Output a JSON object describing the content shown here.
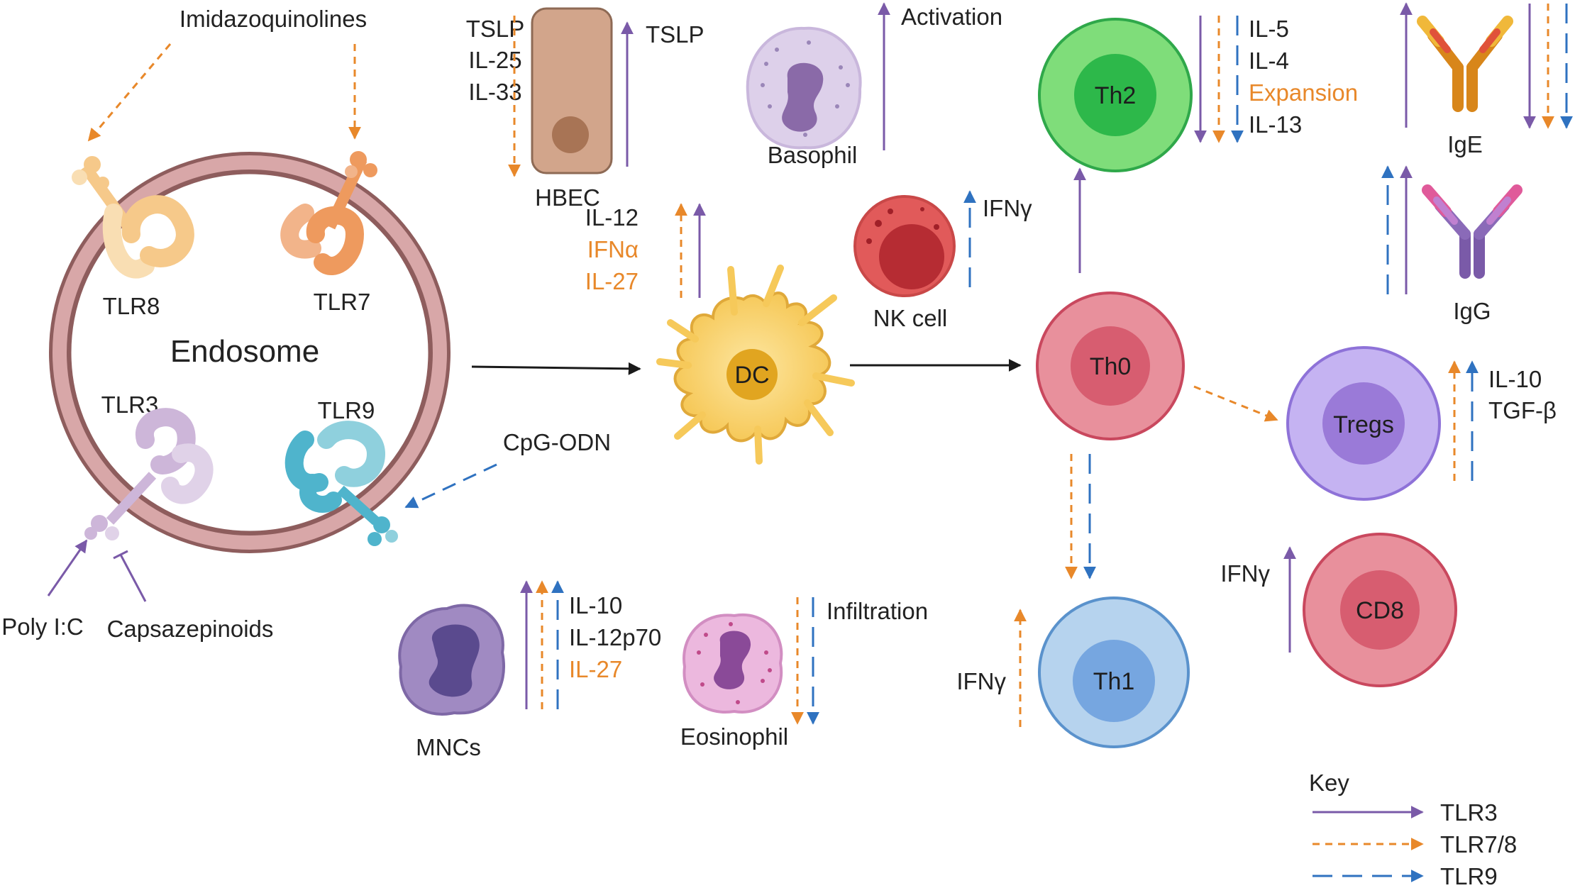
{
  "colors": {
    "tlr3": "#7a5aa8",
    "tlr78": "#e8882a",
    "tlr9": "#2f72c0",
    "black": "#1a1a1a"
  },
  "endosome": {
    "title": "Endosome"
  },
  "receptors": {
    "tlr8": "TLR8",
    "tlr7": "TLR7",
    "tlr3": "TLR3",
    "tlr9": "TLR9"
  },
  "ligands": {
    "imidazoquinolines": "Imidazoquinolines",
    "poly_ic": "Poly I:C",
    "capsazepinoids": "Capsazepinoids",
    "cpg": "CpG-ODN"
  },
  "cells": {
    "hbec": "HBEC",
    "basophil": "Basophil",
    "dc": "DC",
    "nk": "NK cell",
    "th0": "Th0",
    "th2": "Th2",
    "th1": "Th1",
    "tregs": "Tregs",
    "cd8": "CD8",
    "mncs": "MNCs",
    "eosinophil": "Eosinophil",
    "ige": "IgE",
    "igg": "IgG"
  },
  "cytokines": {
    "hbec_in": [
      "TSLP",
      "IL-25",
      "IL-33"
    ],
    "hbec_out": "TSLP",
    "basophil": "Activation",
    "dc": [
      {
        "text": "IL-12",
        "color": "#222222"
      },
      {
        "text": "IFNα",
        "color": "#e8882a"
      },
      {
        "text": "IL-27",
        "color": "#e8882a"
      }
    ],
    "nk": "IFNγ",
    "th2": [
      {
        "text": "IL-5",
        "color": "#222222"
      },
      {
        "text": "IL-4",
        "color": "#222222"
      },
      {
        "text": "Expansion",
        "color": "#e8882a"
      },
      {
        "text": "IL-13",
        "color": "#222222"
      }
    ],
    "tregs": [
      "IL-10",
      "TGF-β"
    ],
    "cd8": "IFNγ",
    "th1": "IFNγ",
    "mncs": [
      {
        "text": "IL-10",
        "color": "#222222"
      },
      {
        "text": "IL-12p70",
        "color": "#222222"
      },
      {
        "text": "IL-27",
        "color": "#e8882a"
      }
    ],
    "eosinophil": "Infiltration"
  },
  "key": {
    "title": "Key",
    "items": [
      "TLR3",
      "TLR7/8",
      "TLR9"
    ]
  }
}
